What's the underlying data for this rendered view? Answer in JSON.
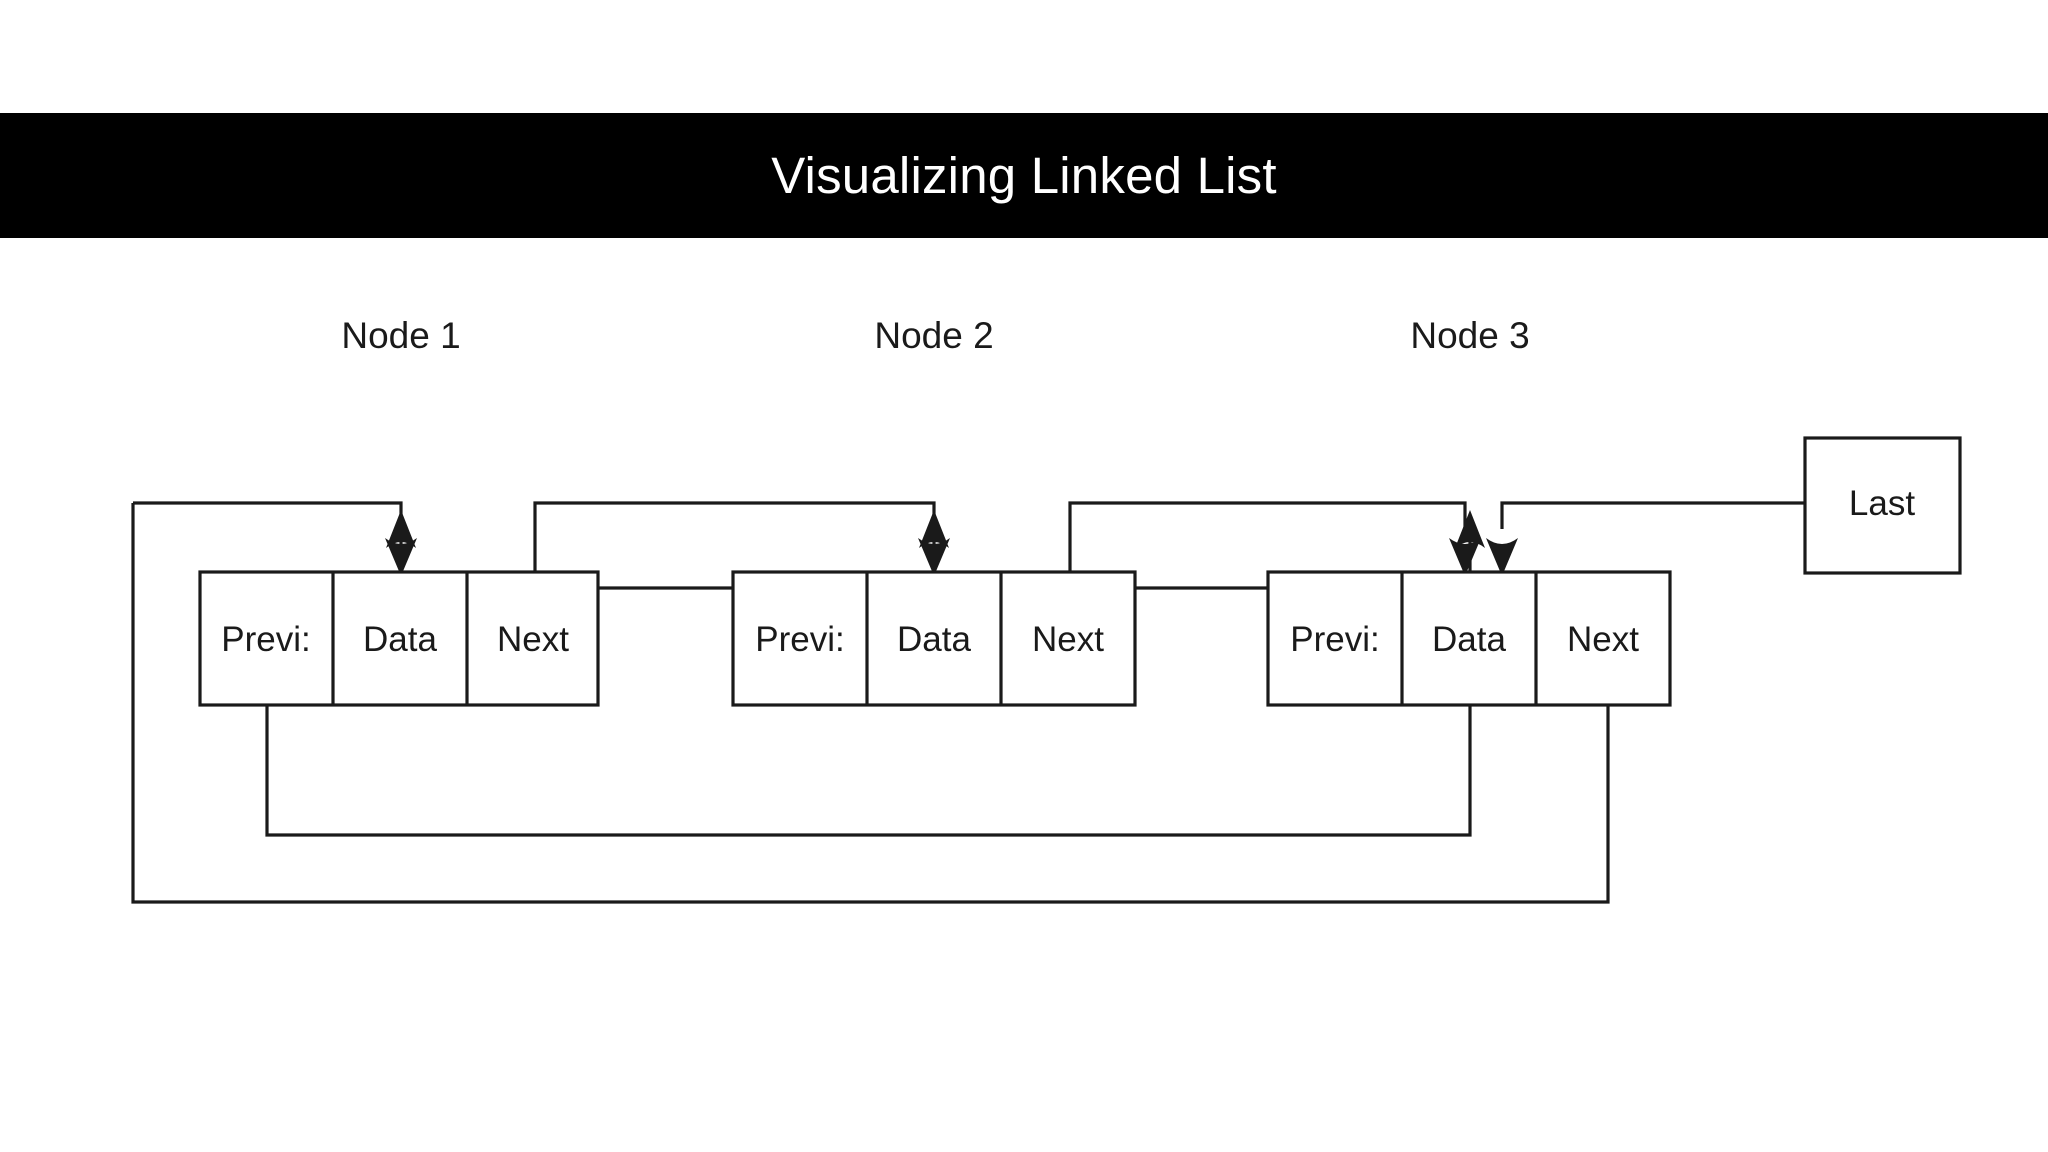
{
  "title_bar": {
    "title": "Visualizing Linked List",
    "background_color": "#000000",
    "text_color": "#ffffff"
  },
  "page": {
    "background_color": "#ffffff",
    "line_color": "#1a1a1a"
  },
  "diagram": {
    "type": "doubly-linked-list",
    "cell_labels": {
      "prev": "Previ:",
      "data": "Data",
      "next": "Next"
    },
    "nodes": [
      {
        "label": "Node 1",
        "prev": "Previ:",
        "data": "Data",
        "next": "Next"
      },
      {
        "label": "Node 2",
        "prev": "Previ:",
        "data": "Data",
        "next": "Next"
      },
      {
        "label": "Node 3",
        "prev": "Previ:",
        "data": "Data",
        "next": "Next"
      }
    ],
    "terminal_box": {
      "label": "Last"
    },
    "connections": [
      {
        "from": "node1.next",
        "to": "node2.data",
        "direction": "forward"
      },
      {
        "from": "node2.next",
        "to": "node3.data",
        "direction": "forward"
      },
      {
        "from": "last",
        "to": "node3.data",
        "direction": "forward"
      },
      {
        "from": "node1.prev",
        "to": "node1.data",
        "direction": "backward"
      },
      {
        "from": "node2.prev",
        "to": "node1.data",
        "direction": "backward"
      },
      {
        "from": "node3.prev",
        "to": "node2.data",
        "direction": "backward"
      },
      {
        "from": "node3.next",
        "to": "node3.data",
        "direction": "backward"
      }
    ]
  }
}
